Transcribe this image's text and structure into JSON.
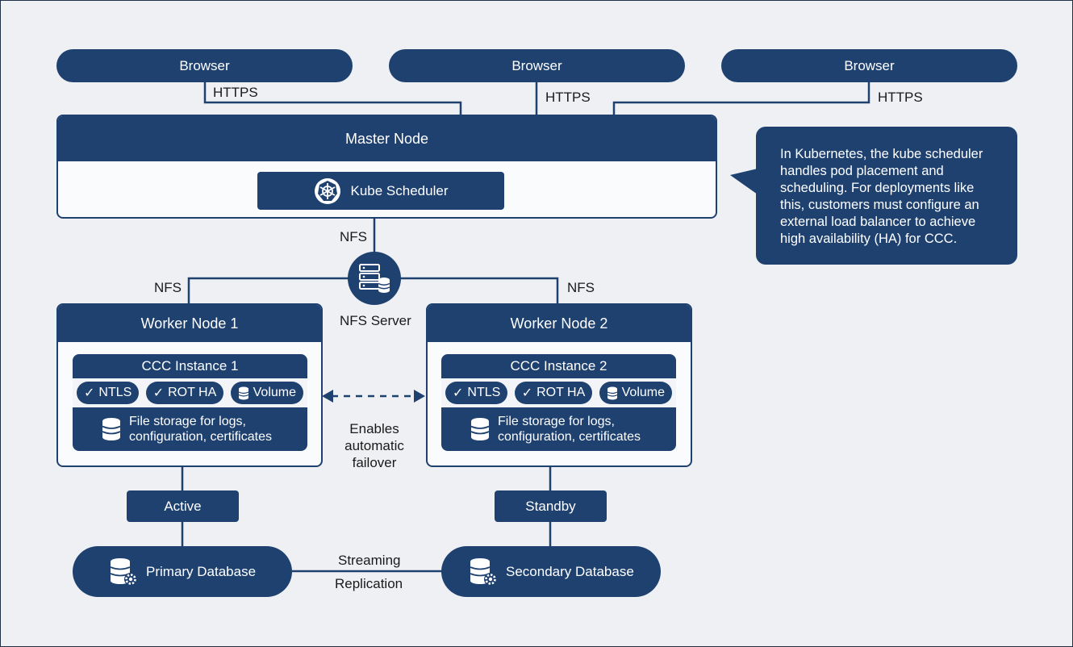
{
  "browsers": [
    "Browser",
    "Browser",
    "Browser"
  ],
  "https_labels": [
    "HTTPS",
    "HTTPS",
    "HTTPS"
  ],
  "master": {
    "title": "Master Node",
    "scheduler": "Kube Scheduler"
  },
  "callout": {
    "text": "In Kubernetes, the kube scheduler handles pod placement and scheduling. For deployments like this, customers must configure an external load balancer to achieve high availability (HA) for CCC."
  },
  "nfs": {
    "labels": [
      "NFS",
      "NFS",
      "NFS"
    ],
    "server": "NFS Server"
  },
  "workers": [
    {
      "title": "Worker Node 1",
      "instance": "CCC Instance 1",
      "badges": [
        "NTLS",
        "ROT HA",
        "Volume"
      ],
      "storage": "File storage for logs, configuration, certificates",
      "state": "Active"
    },
    {
      "title": "Worker Node 2",
      "instance": "CCC Instance 2",
      "badges": [
        "NTLS",
        "ROT HA",
        "Volume"
      ],
      "storage": "File storage for logs, configuration, certificates",
      "state": "Standby"
    }
  ],
  "failover": {
    "line1": "Enables",
    "line2": "automatic",
    "line3": "failover"
  },
  "databases": {
    "primary": "Primary Database",
    "secondary": "Secondary Database"
  },
  "replication": {
    "line1": "Streaming",
    "line2": "Replication"
  },
  "colors": {
    "navy": "#1e4170",
    "background": "#eef0f4"
  },
  "icons": [
    "kubernetes-helm-icon",
    "server-stack-icon",
    "check-icon",
    "database-icon",
    "database-gear-icon"
  ]
}
